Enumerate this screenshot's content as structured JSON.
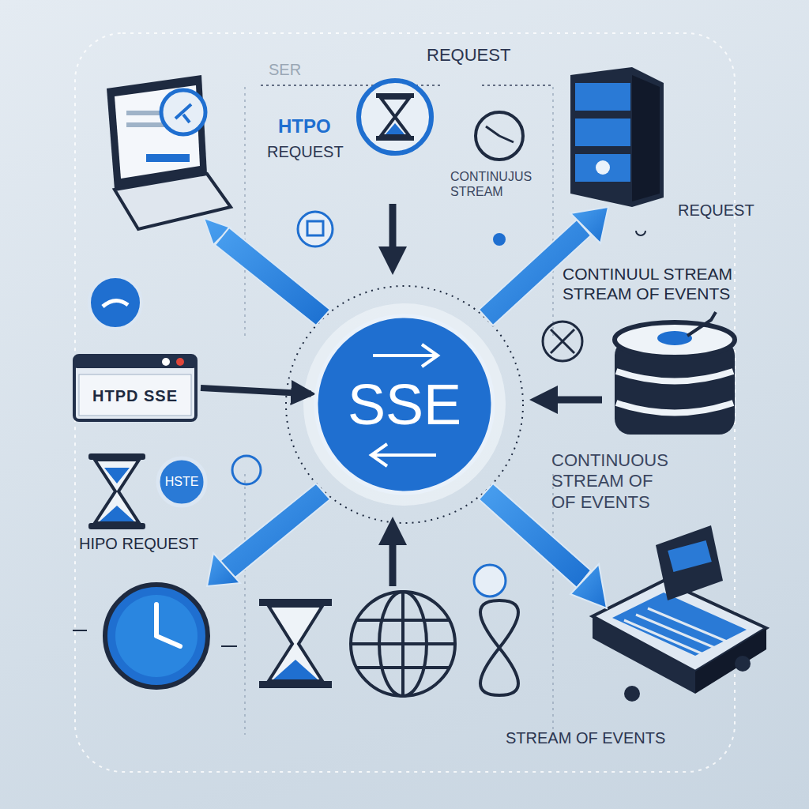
{
  "diagram": {
    "nodes": [
      {
        "text": [
          "SSE"
        ]
      },
      {
        "text": [
          "HTPD SSE"
        ]
      },
      {
        "text": [
          "HSTE"
        ]
      }
    ],
    "edges": [
      {
        "from": 1,
        "to": 0,
        "arrow": "to"
      }
    ],
    "labels": [
      "SER",
      "REQUEST",
      "HTPO",
      "REQUEST",
      "CONTINUJUS STREAM",
      "REQUEST",
      "CONTINUUL STREAM STREAM OF EVENTS",
      "CONTINUOUS STREAM OF OF EVENTS",
      "HIPO REQUEST",
      "STREAM OF EVENTS"
    ]
  }
}
